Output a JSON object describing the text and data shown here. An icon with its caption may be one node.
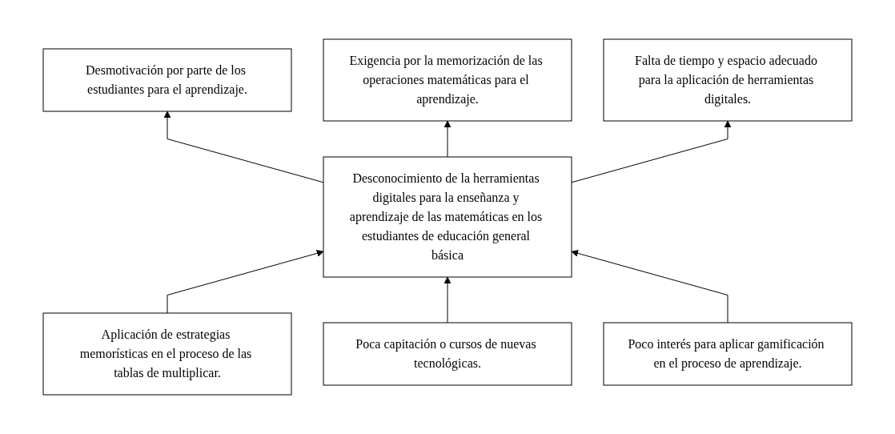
{
  "diagram": {
    "nodes": [
      {
        "text": [
          "Desmotivación por parte de los estudiantes para el aprendizaje."
        ]
      },
      {
        "text": [
          "Exigencia por la memorización de las operaciones matemáticas para el aprendizaje."
        ]
      },
      {
        "text": [
          "Falta de tiempo y espacio adecuado para la aplicación de herramientas digitales."
        ]
      },
      {
        "text": [
          "Desconocimiento de la herramientas digitales para la enseñanza y aprendizaje de las matemáticas en los estudiantes de educación general básica"
        ]
      },
      {
        "text": [
          "Aplicación de estrategias memorísticas en el proceso de las tablas de multiplicar."
        ]
      },
      {
        "text": [
          "Poca capitación o cursos de nuevas tecnológicas."
        ]
      },
      {
        "text": [
          "Poco interés para aplicar gamificación en el proceso de aprendizaje."
        ]
      }
    ],
    "edges": [
      {
        "from": 3,
        "to": 0,
        "arrow": "to"
      },
      {
        "from": 3,
        "to": 1,
        "arrow": "to"
      },
      {
        "from": 3,
        "to": 2,
        "arrow": "to"
      },
      {
        "from": 4,
        "to": 3,
        "arrow": "to"
      },
      {
        "from": 5,
        "to": 3,
        "arrow": "to"
      },
      {
        "from": 6,
        "to": 3,
        "arrow": "to"
      }
    ]
  }
}
